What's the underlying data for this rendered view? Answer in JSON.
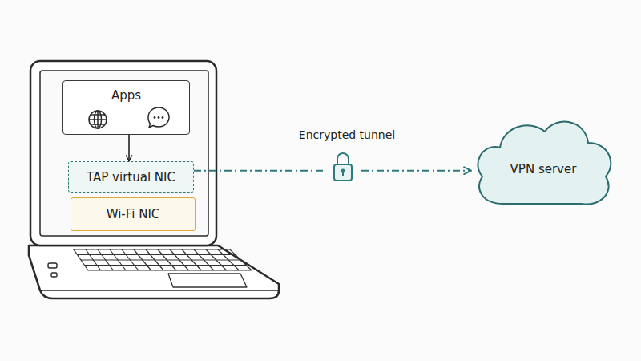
{
  "diagram": {
    "nodes": [
      {
        "text": [
          "Apps"
        ]
      },
      {
        "text": [
          "TAP virtual NIC"
        ]
      },
      {
        "text": [
          "Wi-Fi NIC"
        ]
      },
      {
        "text": [
          "VPN server"
        ]
      }
    ],
    "edges": [
      {
        "from": 0,
        "to": 1,
        "arrow": "to"
      },
      {
        "from": 1,
        "to": 3,
        "arrow": "to",
        "label": "Encrypted tunnel"
      }
    ]
  }
}
